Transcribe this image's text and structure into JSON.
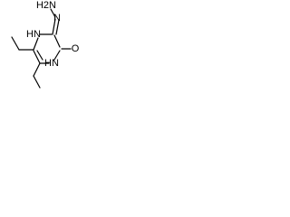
{
  "molecule": {
    "atoms": {
      "hydrazone_nh2": "H2N",
      "hydrazone_n": "N",
      "ring_nh_top": "HN",
      "ring_nh_bottom": "HN",
      "carbonyl_o": "O"
    }
  }
}
